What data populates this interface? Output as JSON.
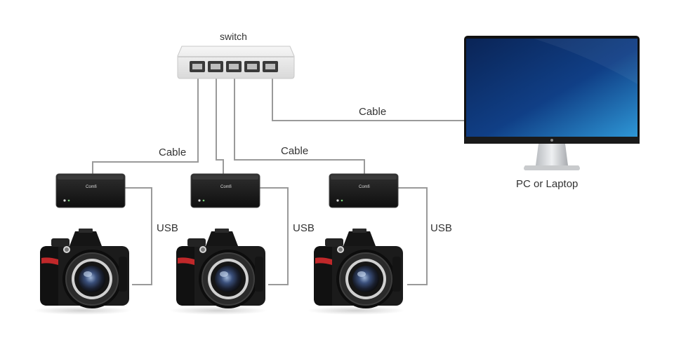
{
  "diagram": {
    "switch": {
      "label": "switch",
      "port_count": 5
    },
    "computer": {
      "label": "PC or Laptop"
    },
    "connections": {
      "switch_to_pc": "Cable",
      "switch_to_box_1": "Cable",
      "switch_to_box_3": "Cable",
      "box_to_camera_usb": "USB"
    },
    "control_boxes": [
      {
        "brand_text": "Comfi"
      },
      {
        "brand_text": "Comfi"
      },
      {
        "brand_text": "Comfi"
      }
    ],
    "cameras": [
      {
        "usb_label": "USB"
      },
      {
        "usb_label": "USB"
      },
      {
        "usb_label": "USB"
      }
    ]
  },
  "colors": {
    "line": "#9a9a9a",
    "switch_body": "#e9e9e9",
    "box_body": "#1e1e1e",
    "camera_body": "#1a1a1a",
    "screen_top": "#0b2f66",
    "screen_bottom": "#2b8fd0",
    "accent_red": "#c0282a"
  }
}
